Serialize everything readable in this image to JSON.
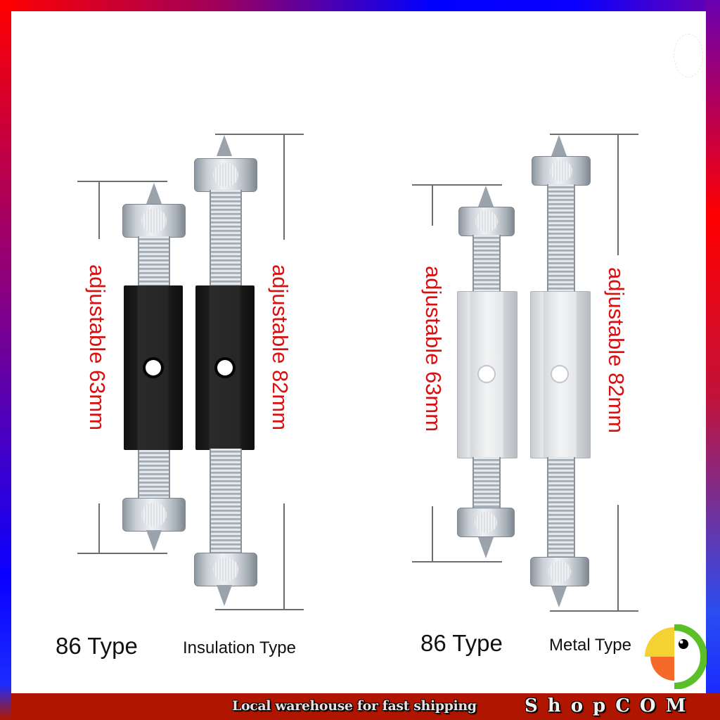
{
  "products": [
    {
      "id": "insulation",
      "caption_model": "86 Type",
      "caption_variant": "Insulation Type",
      "sleeve_color": "black",
      "screws": [
        {
          "label": "adjustable 63mm",
          "length_mm": 63
        },
        {
          "label": "adjustable 82mm",
          "length_mm": 82
        }
      ]
    },
    {
      "id": "metal",
      "caption_model": "86 Type",
      "caption_variant": "Metal Type",
      "sleeve_color": "silver",
      "screws": [
        {
          "label": "adjustable 63mm",
          "length_mm": 63
        },
        {
          "label": "adjustable 82mm",
          "length_mm": 82
        }
      ]
    }
  ],
  "banner": {
    "tagline": "Local warehouse for fast shipping",
    "brand_letters": [
      "S",
      "h",
      "o",
      "p",
      "C",
      "O",
      "M"
    ],
    "background_color": "#b01500"
  },
  "logo": {
    "icon": "parrot-logo-icon",
    "colors": {
      "yellow": "#f4d232",
      "orange": "#f56a28",
      "green": "#5cbf2a"
    }
  },
  "colors": {
    "label_red": "#d81010",
    "frame_gradient": [
      "#ff0000",
      "#0000ff"
    ]
  }
}
